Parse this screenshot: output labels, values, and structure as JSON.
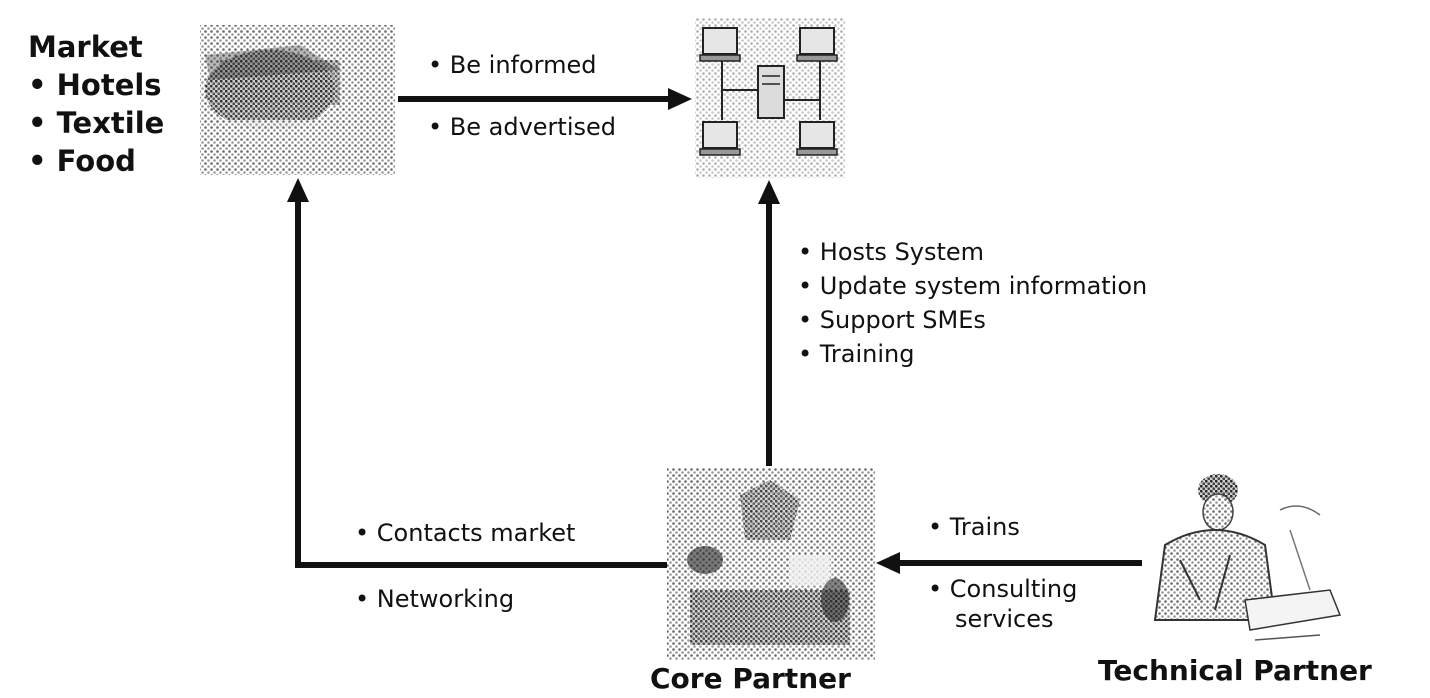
{
  "market": {
    "title": "Market",
    "items": [
      "• Hotels",
      "• Textile",
      "• Food"
    ]
  },
  "arrows": {
    "market_to_system": [
      "• Be informed",
      "• Be advertised"
    ],
    "core_to_system": [
      "• Hosts System",
      "• Update system information",
      "• Support SMEs",
      "• Training"
    ],
    "core_to_market": [
      "• Contacts market",
      "• Networking"
    ],
    "technical_to_core": [
      "• Trains",
      "• Consulting",
      "services"
    ]
  },
  "nodes": {
    "core_partner": "Core Partner",
    "technical_partner": "Technical Partner"
  },
  "colors": {
    "arrow": "#111111",
    "halftone": "#8a8a8a",
    "text": "#111111"
  }
}
